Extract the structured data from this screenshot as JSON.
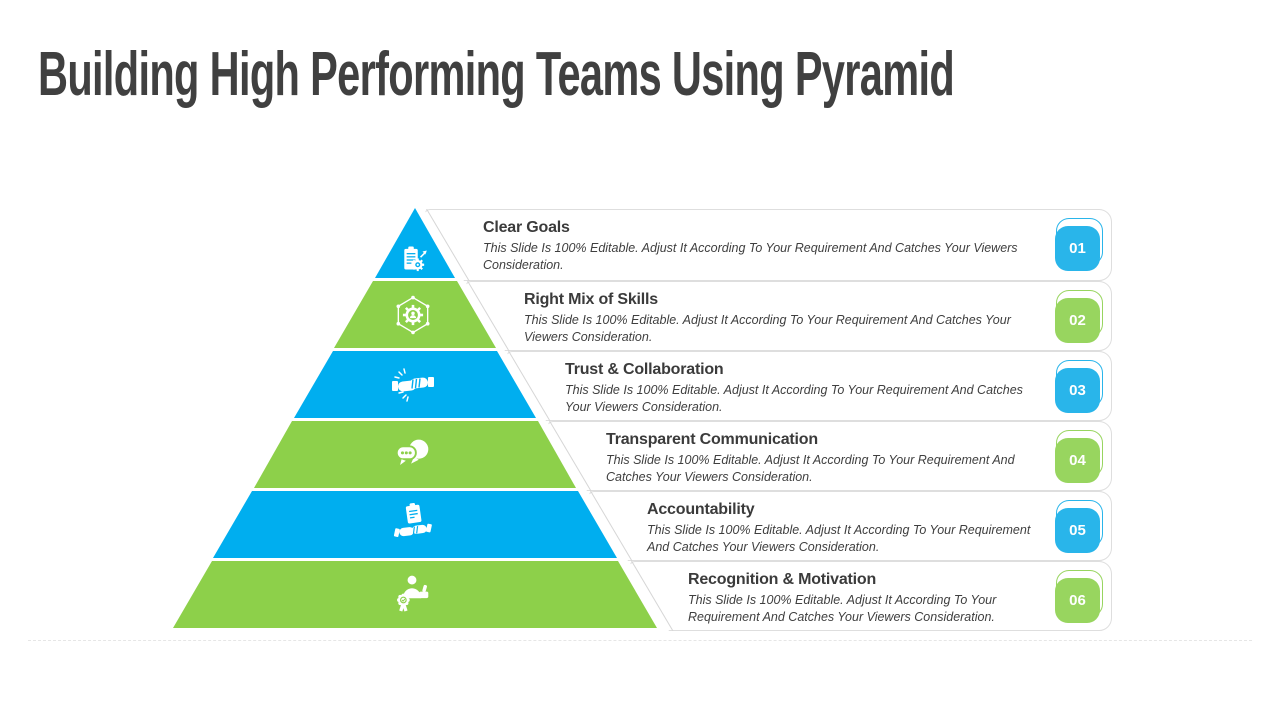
{
  "slide": {
    "title": "Building High Performing Teams Using Pyramid"
  },
  "colors": {
    "band_blue": "#00AEEF",
    "band_green": "#8DD04A",
    "badge_blue": "#29B5EA",
    "badge_green": "#98D55F",
    "heading_text": "#404040",
    "body_text": "#3F3F3F",
    "card_border": "#DEDEDE"
  },
  "pyramid": {
    "levels": [
      {
        "number": "01",
        "title": "Clear Goals",
        "description": "This Slide Is 100% Editable. Adjust It According To Your Requirement And Catches Your Viewers Consideration.",
        "color": "blue",
        "icon": "clipboard-gear-icon"
      },
      {
        "number": "02",
        "title": "Right Mix of Skills",
        "description": "This Slide Is 100% Editable. Adjust It According To Your Requirement And Catches Your Viewers Consideration.",
        "color": "green",
        "icon": "gear-person-hexagon-icon"
      },
      {
        "number": "03",
        "title": "Trust & Collaboration",
        "description": "This Slide Is 100% Editable. Adjust It According To Your Requirement And Catches Your Viewers Consideration.",
        "color": "blue",
        "icon": "handshake-icon"
      },
      {
        "number": "04",
        "title": "Transparent Communication",
        "description": "This Slide Is 100% Editable. Adjust It According To Your Requirement And Catches Your Viewers Consideration.",
        "color": "green",
        "icon": "chat-bubbles-icon"
      },
      {
        "number": "05",
        "title": "Accountability",
        "description": "This Slide Is 100% Editable. Adjust It According To Your Requirement And Catches Your Viewers Consideration.",
        "color": "blue",
        "icon": "clipboard-handshake-icon"
      },
      {
        "number": "06",
        "title": "Recognition & Motivation",
        "description": "This Slide Is 100% Editable. Adjust It According To Your Requirement And Catches Your Viewers Consideration.",
        "color": "green",
        "icon": "person-thumbs-up-award-icon"
      }
    ]
  }
}
